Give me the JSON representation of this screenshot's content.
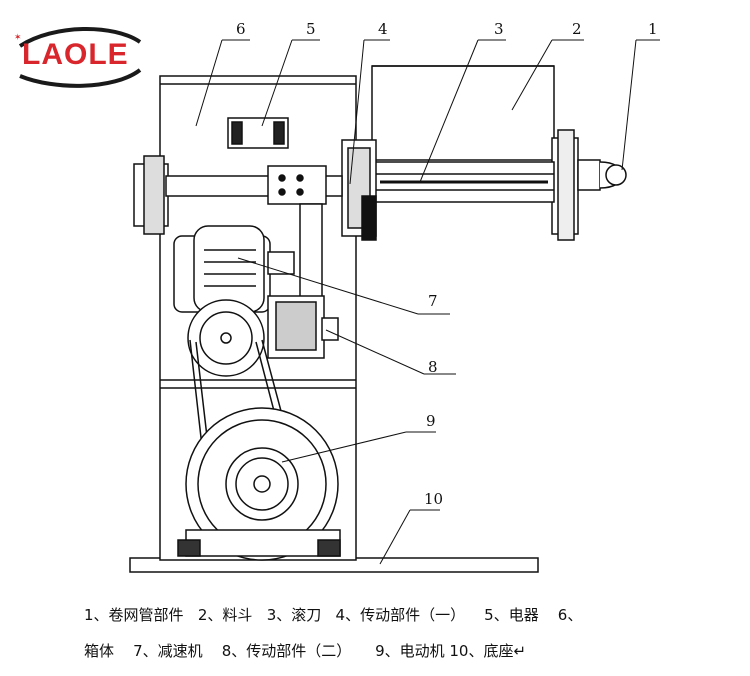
{
  "brand": {
    "logo_text": "LAOLE",
    "accent": "#d8262c",
    "swoosh": "#1a1a1a"
  },
  "callouts": {
    "c1": "1",
    "c2": "2",
    "c3": "3",
    "c4": "4",
    "c5": "5",
    "c6": "6",
    "c7": "7",
    "c8": "8",
    "c9": "9",
    "c10": "10"
  },
  "legend": {
    "line1": "1、卷网管部件   2、料斗   3、滚刀   4、传动部件（一）    5、电器    6、",
    "line2": "箱体    7、减速机    8、传动部件（二）     9、电动机 10、底座↵"
  }
}
